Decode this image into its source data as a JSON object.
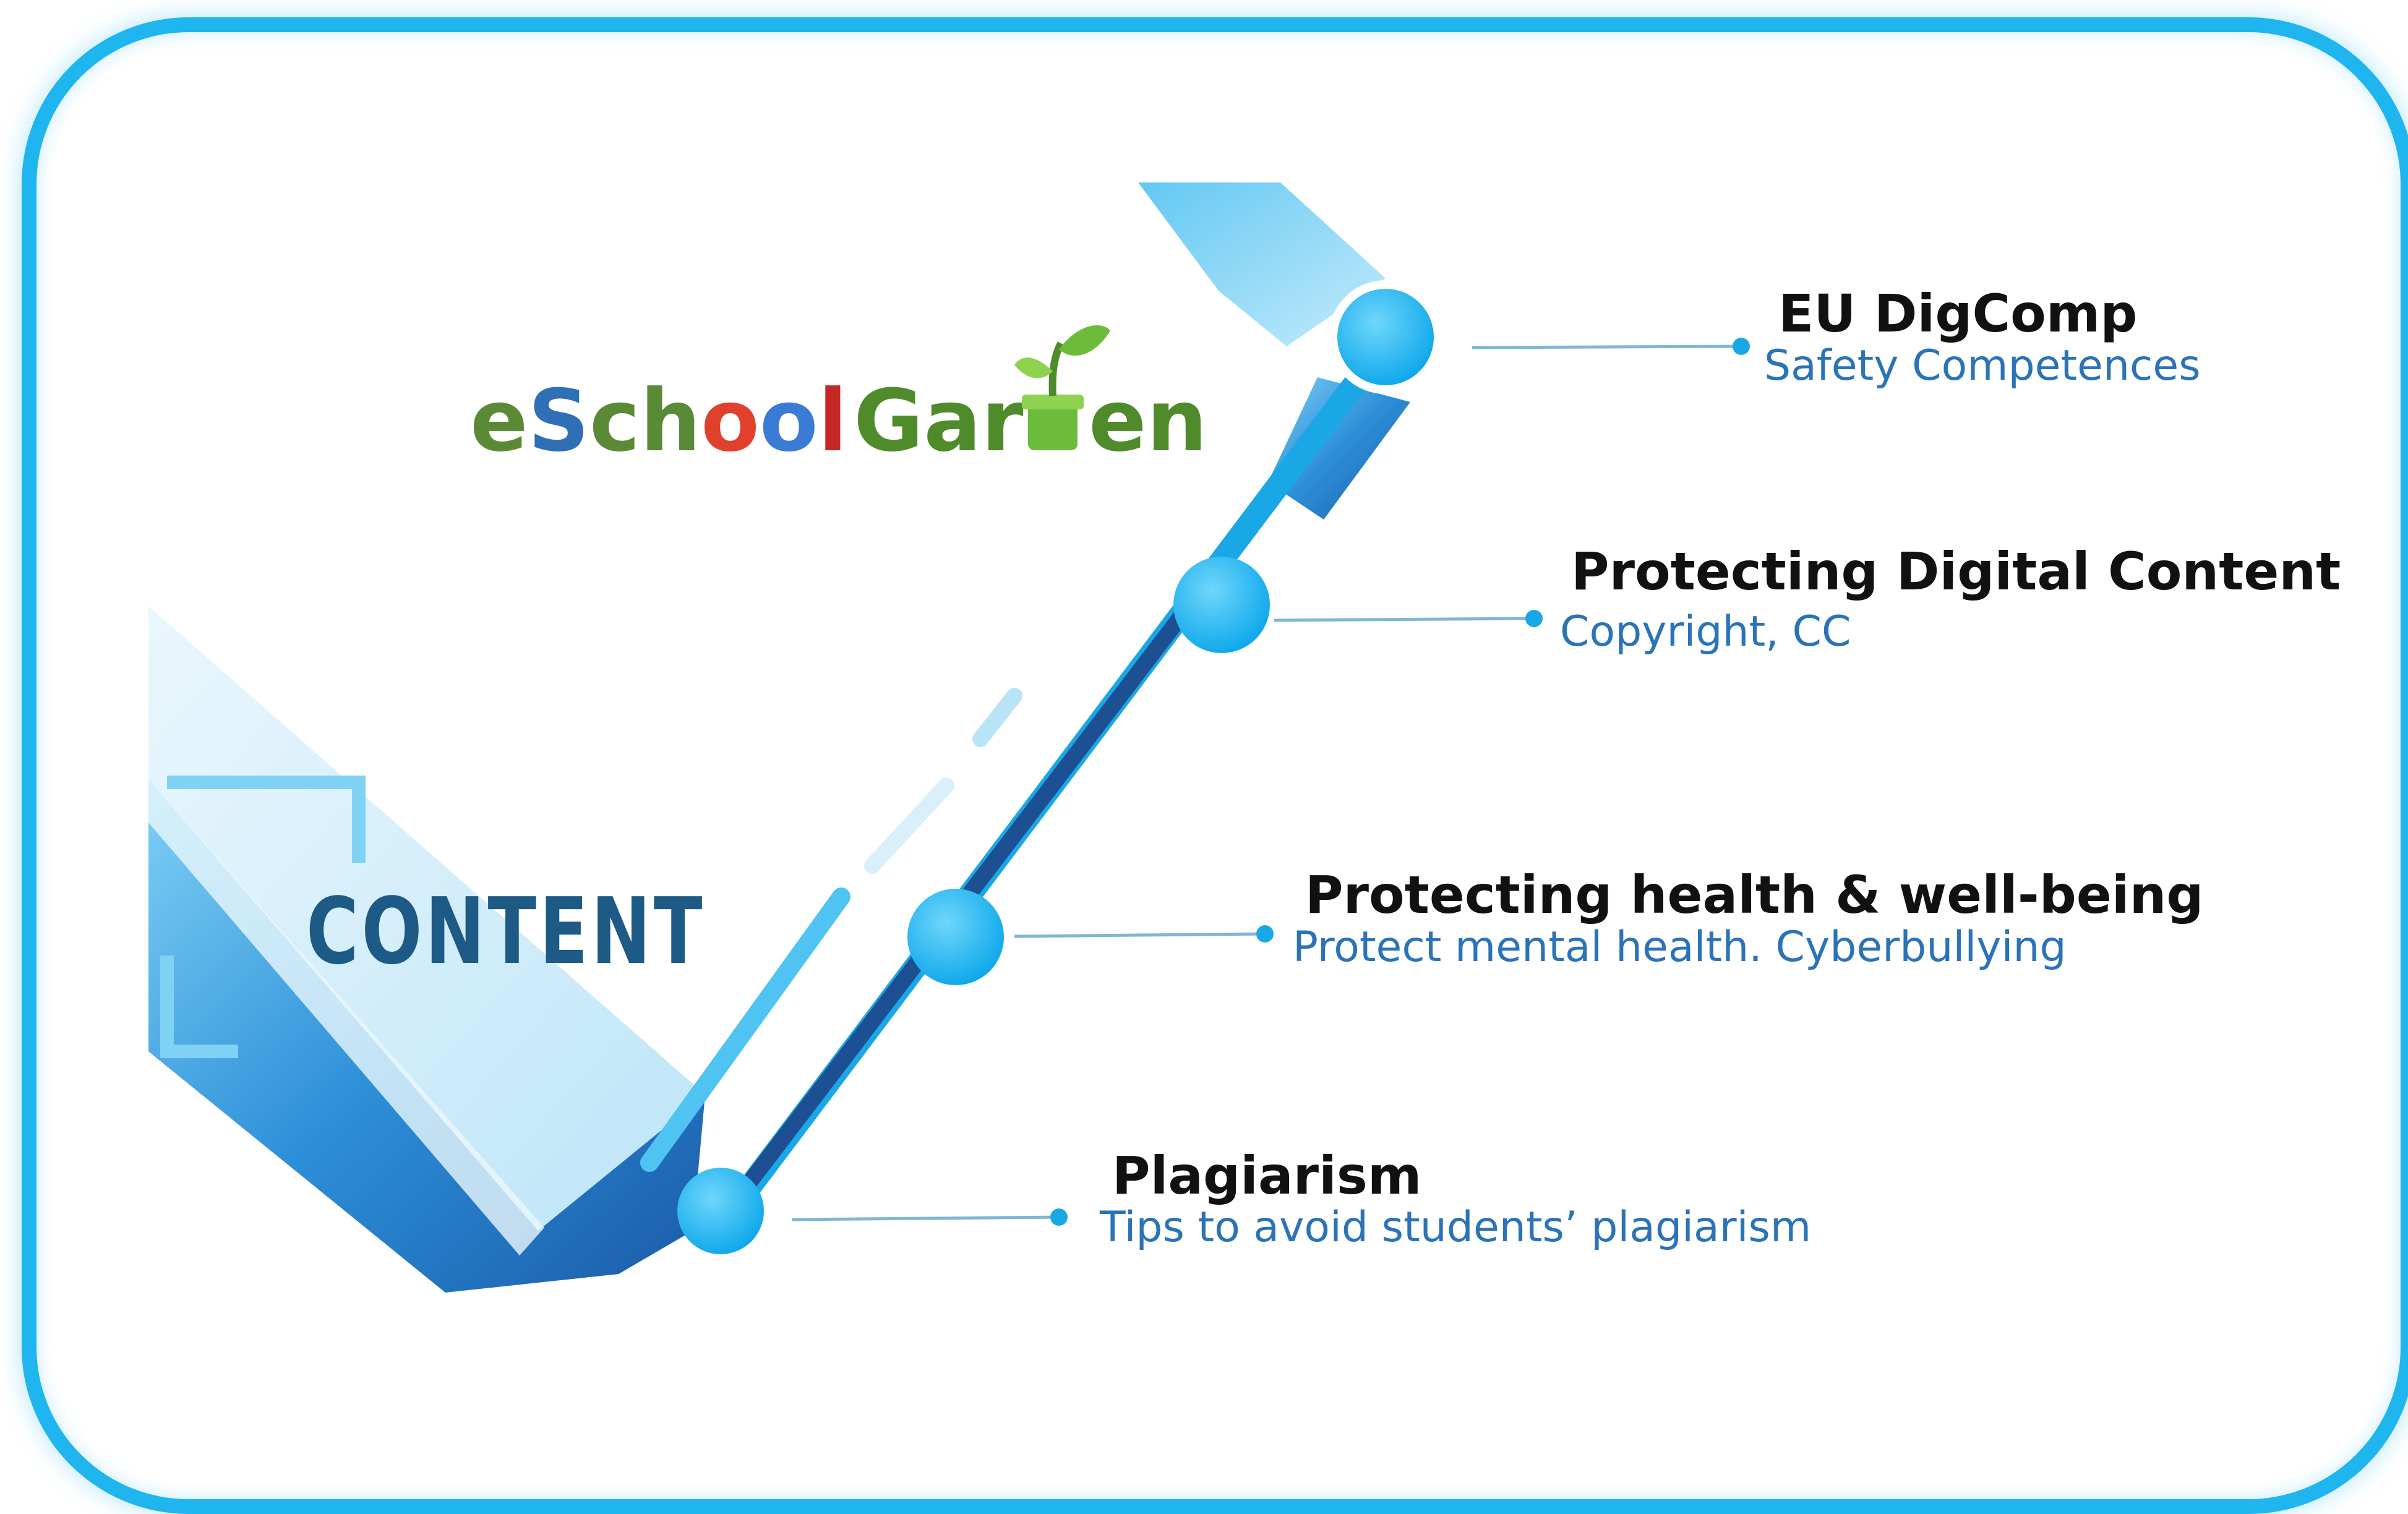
{
  "logo": {
    "letters": [
      {
        "ch": "e",
        "color": "#5a8a36"
      },
      {
        "ch": "S",
        "color": "#2f6fb5"
      },
      {
        "ch": "c",
        "color": "#5a8a36"
      },
      {
        "ch": "h",
        "color": "#5a8a36"
      },
      {
        "ch": "o",
        "color": "#e0402c"
      },
      {
        "ch": "o",
        "color": "#3a7bd5"
      },
      {
        "ch": "l",
        "color": "#c62828"
      }
    ],
    "word2_start": "Gar",
    "word2_end": "en",
    "word2_color": "#4f8a2b",
    "sprout_icon": "sprout-pot-icon"
  },
  "section_label": "CONTENT",
  "items": [
    {
      "title": "EU DigComp",
      "subtitle": "Safety Competences"
    },
    {
      "title": "Protecting Digital Content",
      "subtitle": "Copyright, CC"
    },
    {
      "title": "Protecting health & well-being",
      "subtitle": "Protect mental health. Cyberbullying"
    },
    {
      "title": "Plagiarism",
      "subtitle": "Tips to avoid students’ plagiarism"
    }
  ],
  "colors": {
    "frame": "#1fb5ee",
    "node": "#1eb2f0",
    "title": "#111111",
    "subtitle": "#2b73b8",
    "section_label": "#1d5a86"
  }
}
